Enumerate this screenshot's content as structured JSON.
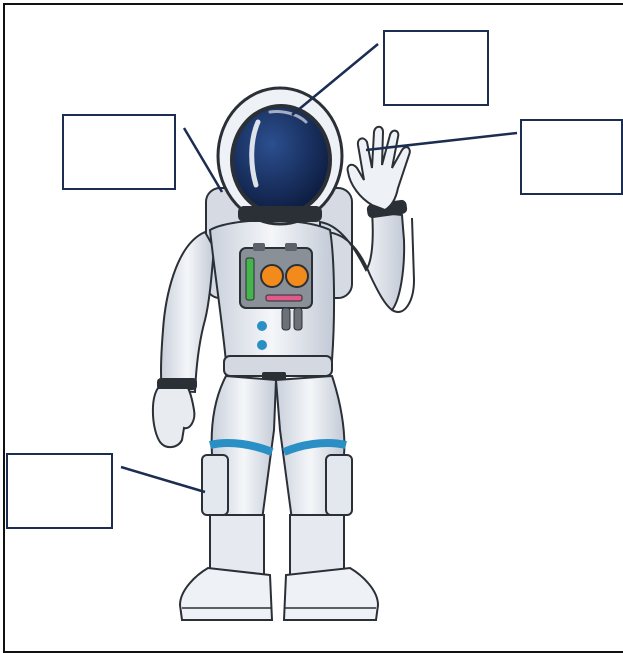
{
  "labels": [
    {
      "id": "helmet",
      "text": ""
    },
    {
      "id": "backpack",
      "text": ""
    },
    {
      "id": "glove",
      "text": ""
    },
    {
      "id": "boot-leg",
      "text": ""
    }
  ],
  "colors": {
    "box_border": "#1c2d52",
    "leader_line": "#1c2d52",
    "suit": "#e9ecf2",
    "suit_shadow": "#b7bfcc",
    "visor": "#0f2452",
    "stripe": "#2a8fc4",
    "panel": "#8a9098",
    "panel_lights": "#f28a1c",
    "gauge": "#43b54a"
  }
}
